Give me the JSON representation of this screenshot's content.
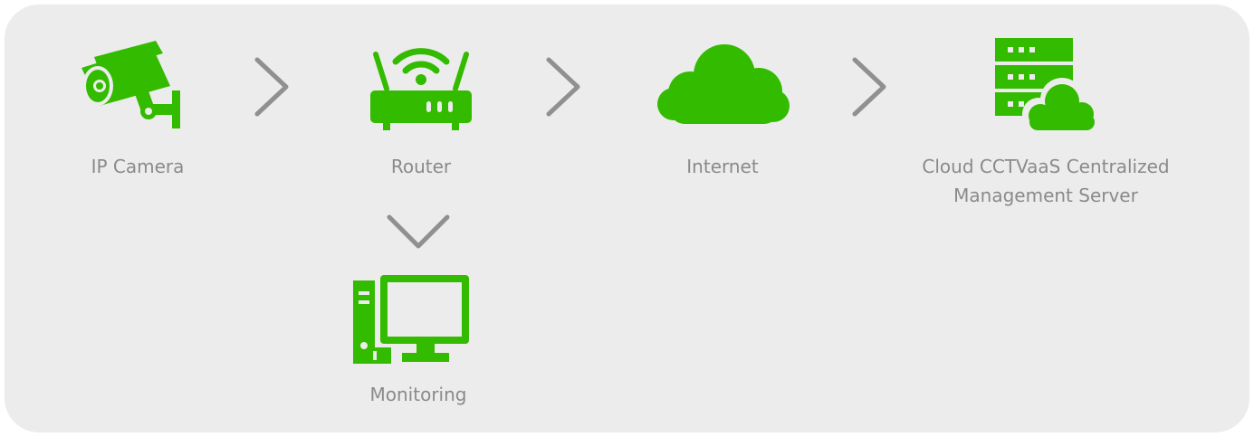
{
  "colors": {
    "icon": "#33bb00",
    "arrow": "#909090",
    "text": "#8a8a8a",
    "background": "#ececec"
  },
  "nodes": {
    "camera": {
      "icon": "cctv-camera-icon",
      "label": "IP Camera"
    },
    "router": {
      "icon": "wifi-router-icon",
      "label": "Router"
    },
    "internet": {
      "icon": "cloud-icon",
      "label": "Internet"
    },
    "server": {
      "icon": "cloud-server-icon",
      "label_line1": "Cloud CCTVaaS Centralized",
      "label_line2": "Management Server"
    },
    "monitoring": {
      "icon": "desktop-computer-icon",
      "label": "Monitoring"
    }
  },
  "arrows": [
    {
      "from": "IP Camera",
      "to": "Router",
      "glyph": "chevron-right"
    },
    {
      "from": "Router",
      "to": "Internet",
      "glyph": "chevron-right"
    },
    {
      "from": "Internet",
      "to": "Cloud CCTVaaS Centralized Management Server",
      "glyph": "chevron-right"
    },
    {
      "from": "Router",
      "to": "Monitoring",
      "glyph": "chevron-down"
    }
  ]
}
